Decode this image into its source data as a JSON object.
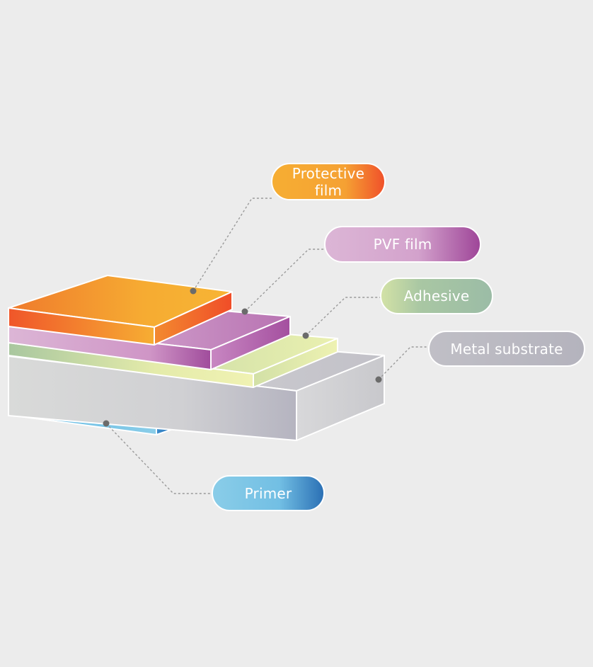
{
  "diagram": {
    "layers": [
      {
        "id": "protective",
        "label_lines": [
          "Protective",
          "film"
        ],
        "colors": [
          "#f0562a",
          "#f6ae33"
        ]
      },
      {
        "id": "pvf",
        "label_lines": [
          "PVF film"
        ],
        "colors": [
          "#dcb6d6",
          "#a04c9c"
        ]
      },
      {
        "id": "adhesive",
        "label_lines": [
          "Adhesive"
        ],
        "colors": [
          "#c8dca6",
          "#9dbda6"
        ]
      },
      {
        "id": "metal",
        "label_lines": [
          "Metal substrate"
        ],
        "colors": [
          "#c2c1c7",
          "#b3b2bd"
        ]
      },
      {
        "id": "primer",
        "label_lines": [
          "Primer"
        ],
        "colors": [
          "#8acde8",
          "#2a6fb4"
        ]
      }
    ],
    "leader_color": "#999999",
    "dot_color": "#6b6b6b"
  }
}
